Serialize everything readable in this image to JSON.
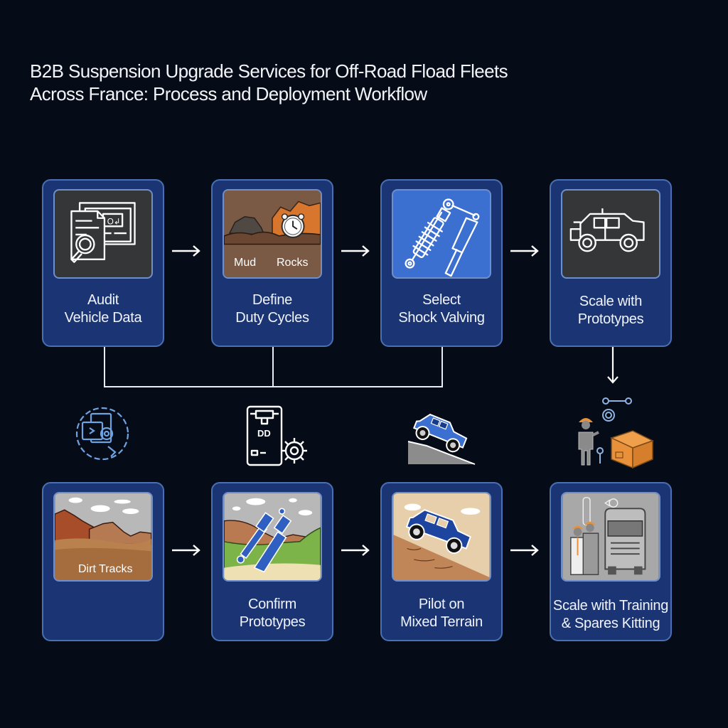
{
  "title": {
    "line1": "B2B Suspension Upgrade Services for Off-Road Fload Fleets",
    "line2": "Across France: Process and Deployment Workflow"
  },
  "top_row": [
    {
      "label_line1": "Audit",
      "label_line2": "Vehicle Data",
      "icon": "document-search-icon"
    },
    {
      "label_line1": "Define",
      "label_line2": "Duty Cycles",
      "icon": "terrain-clock-icon",
      "image_labels": [
        "Mud",
        "Rocks"
      ]
    },
    {
      "label_line1": "Select",
      "label_line2": "Shock Valving",
      "icon": "shock-absorber-icon"
    },
    {
      "label_line1": "Scale with",
      "label_line2": "Prototypes",
      "icon": "off-road-vehicle-icon"
    }
  ],
  "middle_icons": [
    "data-sync-icon",
    "3d-printer-gear-icon",
    "vehicle-climbing-icon",
    "technician-spares-box-icon"
  ],
  "middle_icon_text": {
    "printer": "DD"
  },
  "bottom_row": [
    {
      "label_line1": "",
      "label_line2": "",
      "icon": "dirt-tracks-landscape",
      "image_labels": [
        "Dirt Tracks"
      ]
    },
    {
      "label_line1": "Confirm",
      "label_line2": "Prototypes",
      "icon": "prototype-shock-landscape"
    },
    {
      "label_line1": "Pilot on",
      "label_line2": "Mixed Terrain",
      "icon": "vehicle-hill-landscape"
    },
    {
      "label_line1": "Scale with Training",
      "label_line2": "& Spares Kitting",
      "icon": "technicians-truck-scene"
    }
  ],
  "colors": {
    "background": "#060b18",
    "card_fill": "#1b3574",
    "card_border": "#4a6fb3",
    "accent_blue": "#3b6fd0",
    "accent_orange": "#e8913a",
    "connector": "#e8ecf4"
  }
}
